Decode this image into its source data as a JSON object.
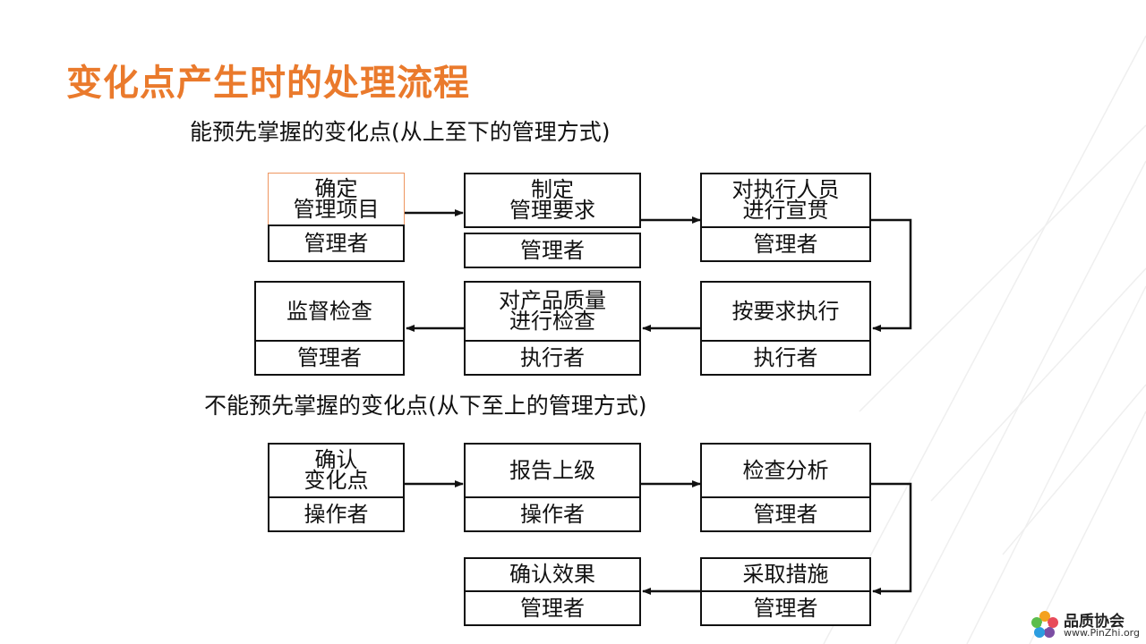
{
  "title": "变化点产生时的处理流程",
  "section1": {
    "heading": "能预先掌握的变化点(从上至下的管理方式)",
    "steps": [
      {
        "task": "确定\n管理项目",
        "role": "管理者"
      },
      {
        "task": "制定\n管理要求",
        "role": "管理者"
      },
      {
        "task": "对执行人员\n进行宣贯",
        "role": "管理者"
      },
      {
        "task": "按要求执行",
        "role": "执行者"
      },
      {
        "task": "对产品质量\n进行检查",
        "role": "执行者"
      },
      {
        "task": "监督检查",
        "role": "管理者"
      }
    ]
  },
  "section2": {
    "heading": "不能预先掌握的变化点(从下至上的管理方式)",
    "steps": [
      {
        "task": "确认\n变化点",
        "role": "操作者"
      },
      {
        "task": "报告上级",
        "role": "操作者"
      },
      {
        "task": "检查分析",
        "role": "管理者"
      },
      {
        "task": "采取措施",
        "role": "管理者"
      },
      {
        "task": "确认效果",
        "role": "管理者"
      }
    ]
  },
  "logo": {
    "name": "品质协会",
    "url": "www.PinZhi.org"
  },
  "colors": {
    "title": "#ea7a2c",
    "highlight": "#ee9660",
    "line": "#111111"
  }
}
